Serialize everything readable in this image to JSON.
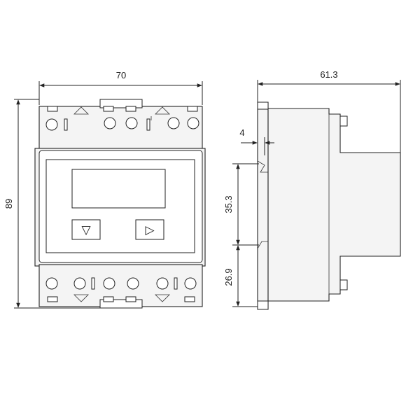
{
  "dimensions": {
    "width": "70",
    "height": "89",
    "depth": "61.3",
    "rail_offset": "4",
    "rail_height": "35.3",
    "lower_height": "26.9"
  },
  "buttons": {
    "down_symbol": "▽",
    "right_symbol": "▷"
  }
}
